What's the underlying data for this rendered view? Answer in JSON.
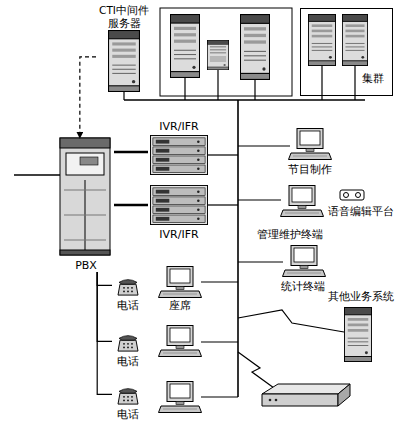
{
  "diagram": {
    "nodes": [
      {
        "text": [
          "CTI中间件服务器"
        ]
      },
      {
        "text": [
          "集群"
        ]
      },
      {
        "text": [
          "IVR/IFR"
        ]
      },
      {
        "text": [
          "IVR/IFR"
        ]
      },
      {
        "text": [
          "PBX"
        ]
      },
      {
        "text": [
          "节目制作"
        ]
      },
      {
        "text": [
          "管理维护终端"
        ]
      },
      {
        "text": [
          "语音编辑平台"
        ]
      },
      {
        "text": [
          "统计终端"
        ]
      },
      {
        "text": [
          "其他业务系统"
        ]
      },
      {
        "text": [
          "电话"
        ]
      },
      {
        "text": [
          "电话"
        ]
      },
      {
        "text": [
          "电话"
        ]
      },
      {
        "text": [
          "座席"
        ]
      }
    ],
    "edges": [
      {
        "from": 0,
        "to": 4,
        "arrow": "to"
      },
      {
        "from": 4,
        "to": 2,
        "arrow": "none"
      },
      {
        "from": 4,
        "to": 3,
        "arrow": "none"
      },
      {
        "from": 4,
        "to": 10,
        "arrow": "none"
      },
      {
        "from": 4,
        "to": 11,
        "arrow": "none"
      },
      {
        "from": 4,
        "to": 12,
        "arrow": "none"
      }
    ]
  }
}
